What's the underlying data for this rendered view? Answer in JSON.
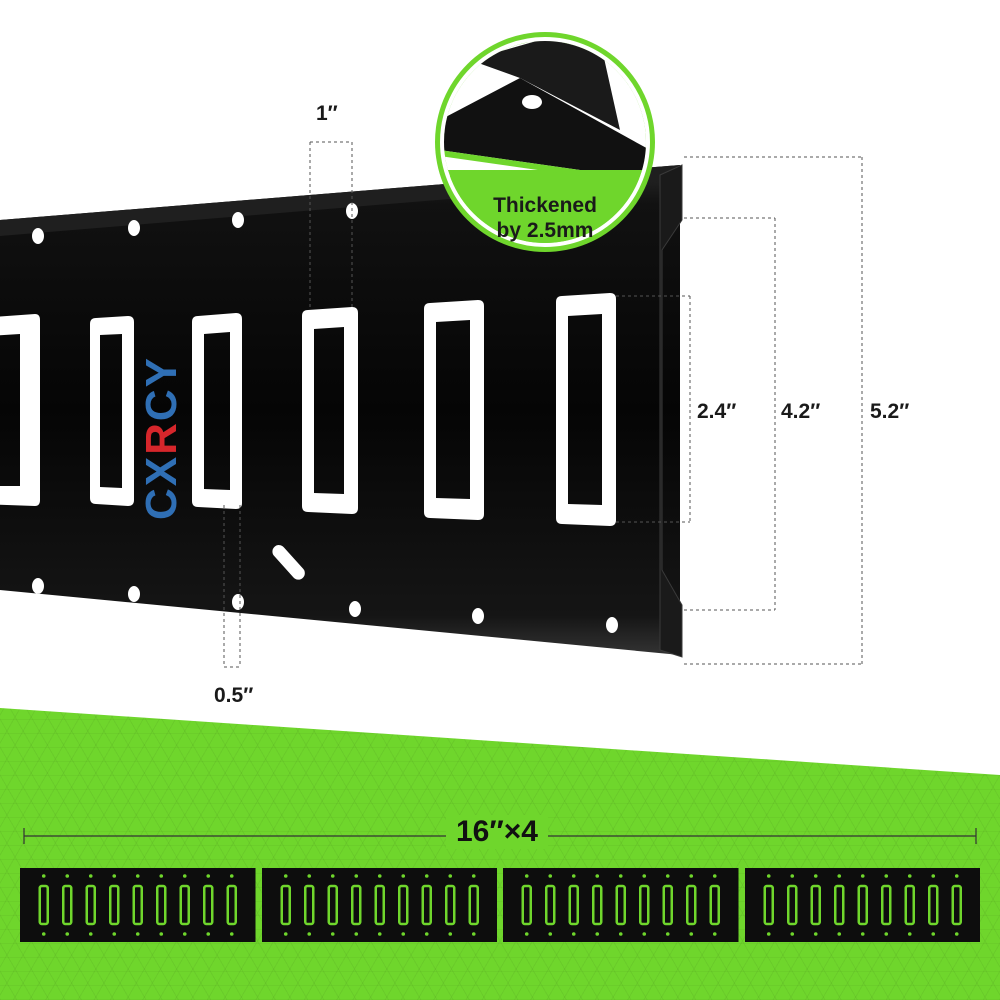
{
  "brand": {
    "logo_text": "CXRCY",
    "colors": {
      "blue": "#2f6fb5",
      "red": "#d6262b"
    }
  },
  "dimensions": {
    "slot_width": "1″",
    "slot_gap": "0.5″",
    "slot_height": "2.4″",
    "inner_height": "4.2″",
    "outer_height": "5.2″"
  },
  "callout": {
    "line1": "Thickened",
    "line2": "by 2.5mm"
  },
  "package": {
    "total_label": "16″×4",
    "piece_count": 4
  },
  "colors": {
    "accent_green": "#6fd62c",
    "rail": "#0d0d0d"
  },
  "icons": [
    "rail-slot-icon",
    "bolt-hole-icon"
  ]
}
